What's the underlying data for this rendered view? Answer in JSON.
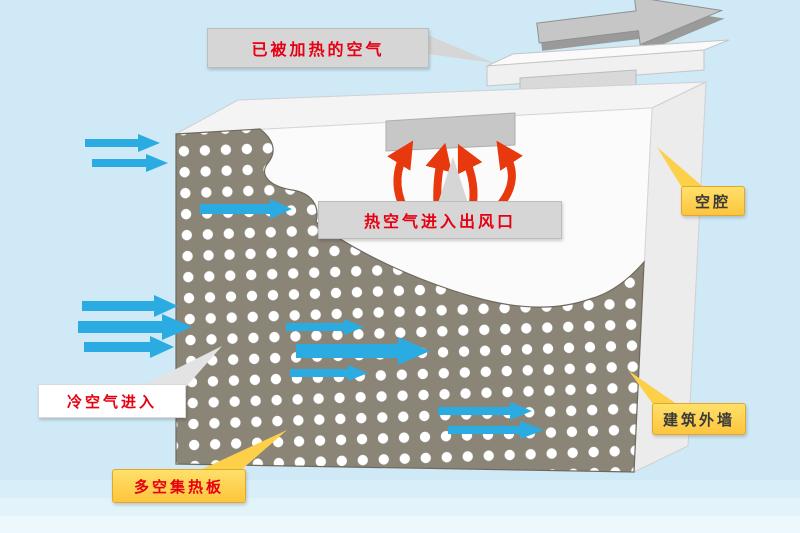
{
  "title": "perforated-solar-air-collector-wall-diagram",
  "labels": {
    "heated_air": "已被加热的空气",
    "hot_air_outlet": "热空气进入出风口",
    "cavity": "空腔",
    "exterior_wall": "建筑外墙",
    "cold_air_in": "冷空气进入",
    "collector_panel": "多空集热板"
  },
  "colors": {
    "background": "#cfe9f6",
    "label_red": "#e60012",
    "label_dark": "#3a3a3a",
    "callout_gray": "#d6d6d6",
    "callout_yellow_top": "#ffe06a",
    "callout_yellow_bottom": "#fdc53d",
    "callout_white": "#ffffff",
    "panel": "#8b8578",
    "panel_dot": "#ffffff",
    "arrow_blue": "#2aabe2",
    "arrow_red": "#e8380d",
    "wall": "#fbfbfb",
    "duct_gray": "#c6c6c6"
  }
}
